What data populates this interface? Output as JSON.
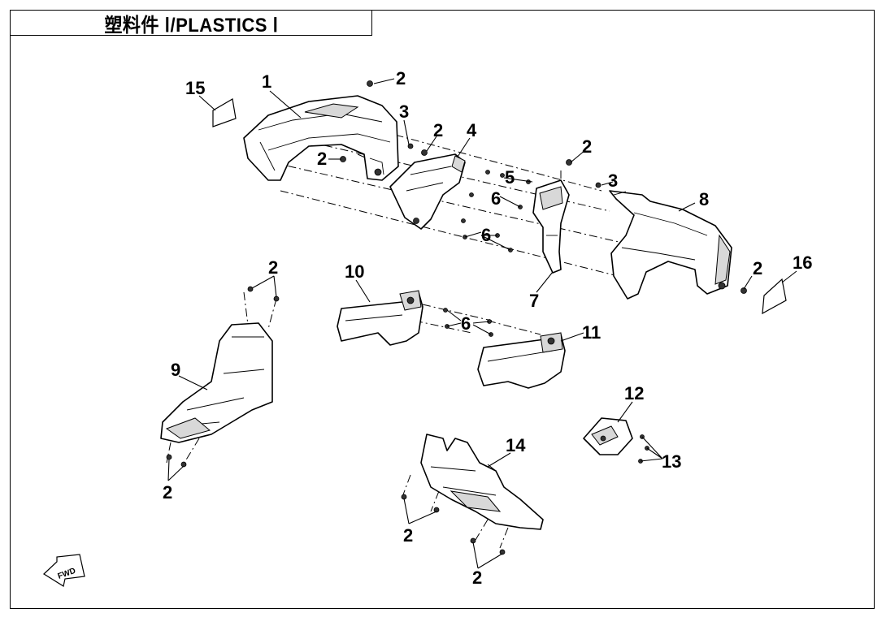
{
  "title": "塑料件 Ⅰ/PLASTICS Ⅰ",
  "fwd_label": "FWD",
  "callouts": [
    {
      "id": "c1",
      "label": "1"
    },
    {
      "id": "c2a",
      "label": "2"
    },
    {
      "id": "c2b",
      "label": "2"
    },
    {
      "id": "c2c",
      "label": "2"
    },
    {
      "id": "c2d",
      "label": "2"
    },
    {
      "id": "c2e",
      "label": "2"
    },
    {
      "id": "c2f",
      "label": "2"
    },
    {
      "id": "c2g",
      "label": "2"
    },
    {
      "id": "c2h",
      "label": "2"
    },
    {
      "id": "c2i",
      "label": "2"
    },
    {
      "id": "c3a",
      "label": "3"
    },
    {
      "id": "c3b",
      "label": "3"
    },
    {
      "id": "c4",
      "label": "4"
    },
    {
      "id": "c5",
      "label": "5"
    },
    {
      "id": "c6a",
      "label": "6"
    },
    {
      "id": "c6b",
      "label": "6"
    },
    {
      "id": "c6c",
      "label": "6"
    },
    {
      "id": "c7",
      "label": "7"
    },
    {
      "id": "c8",
      "label": "8"
    },
    {
      "id": "c9",
      "label": "9"
    },
    {
      "id": "c10",
      "label": "10"
    },
    {
      "id": "c11",
      "label": "11"
    },
    {
      "id": "c12",
      "label": "12"
    },
    {
      "id": "c13",
      "label": "13"
    },
    {
      "id": "c14",
      "label": "14"
    },
    {
      "id": "c15",
      "label": "15"
    },
    {
      "id": "c16",
      "label": "16"
    }
  ]
}
